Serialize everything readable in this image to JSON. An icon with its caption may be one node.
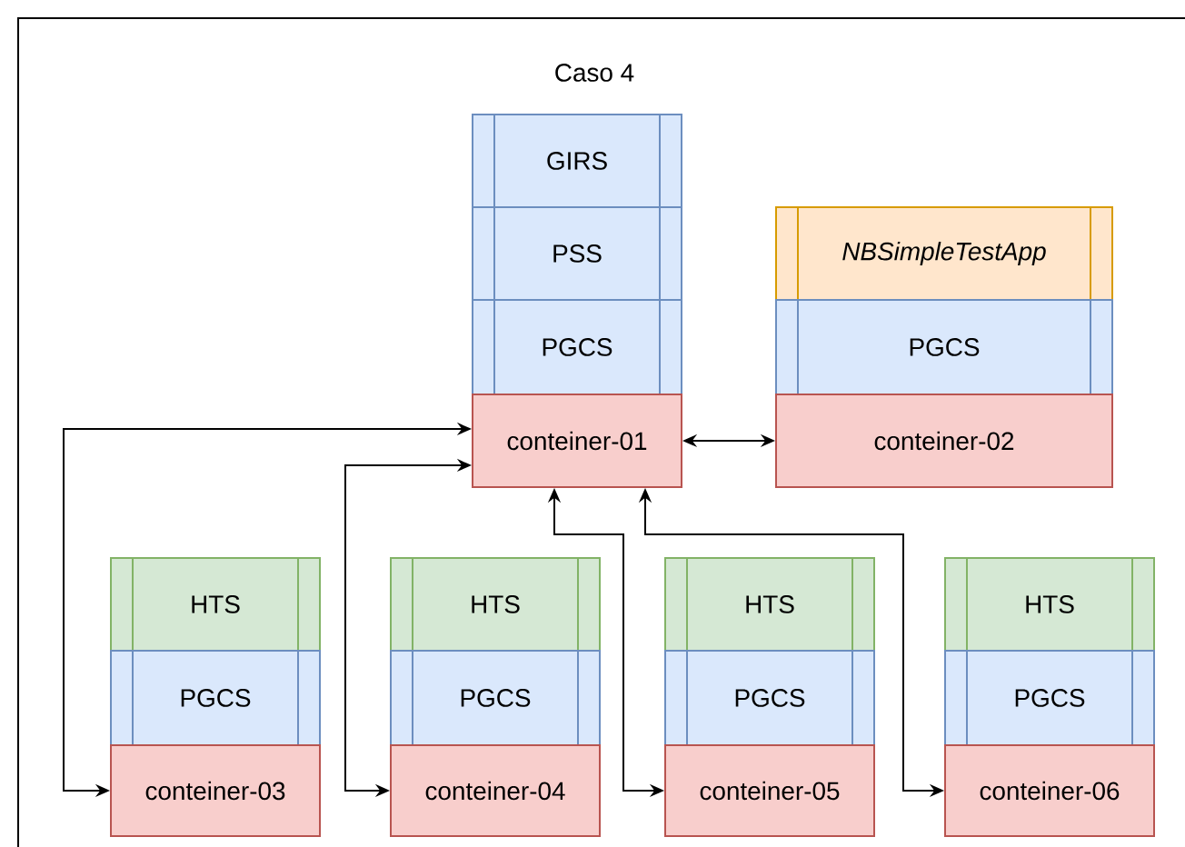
{
  "diagram": {
    "title": "Caso 4",
    "nodes": [
      {
        "text": [
          "GIRS"
        ]
      },
      {
        "text": [
          "PSS"
        ]
      },
      {
        "text": [
          "PGCS"
        ]
      },
      {
        "text": [
          "conteiner-01"
        ]
      },
      {
        "text": [
          "NBSimpleTestApp"
        ]
      },
      {
        "text": [
          "PGCS"
        ]
      },
      {
        "text": [
          "conteiner-02"
        ]
      },
      {
        "text": [
          "HTS"
        ]
      },
      {
        "text": [
          "PGCS"
        ]
      },
      {
        "text": [
          "conteiner-03"
        ]
      },
      {
        "text": [
          "HTS"
        ]
      },
      {
        "text": [
          "PGCS"
        ]
      },
      {
        "text": [
          "conteiner-04"
        ]
      },
      {
        "text": [
          "HTS"
        ]
      },
      {
        "text": [
          "PGCS"
        ]
      },
      {
        "text": [
          "conteiner-05"
        ]
      },
      {
        "text": [
          "HTS"
        ]
      },
      {
        "text": [
          "PGCS"
        ]
      },
      {
        "text": [
          "conteiner-06"
        ]
      }
    ],
    "edges": [
      {
        "from": 3,
        "to": 6,
        "arrow": "both"
      },
      {
        "from": 3,
        "to": 9,
        "arrow": "both"
      },
      {
        "from": 3,
        "to": 12,
        "arrow": "both"
      },
      {
        "from": 3,
        "to": 15,
        "arrow": "both"
      },
      {
        "from": 3,
        "to": 18,
        "arrow": "both"
      }
    ]
  }
}
